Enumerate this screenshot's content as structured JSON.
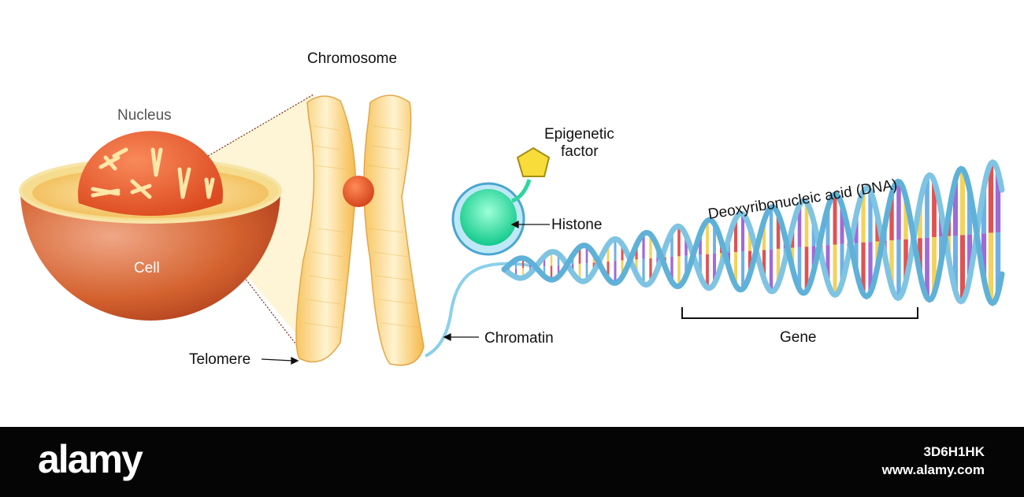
{
  "labels": {
    "chromosome": "Chromosome",
    "nucleus": "Nucleus",
    "cell": "Cell",
    "epigenetic_line1": "Epigenetic",
    "epigenetic_line2": "factor",
    "histone": "Histone",
    "dna": "Deoxyribonucleic acid (DNA)",
    "chromatin": "Chromatin",
    "telomere": "Telomere",
    "gene": "Gene"
  },
  "footer": {
    "logo": "alamy",
    "stock_id": "3D6H1HK",
    "url": "www.alamy.com"
  },
  "colors": {
    "cell_outer": "#c9542a",
    "cell_inner": "#f3c46a",
    "nucleus": "#e85a2c",
    "chromosome": "#f7c663",
    "centromere": "#e8521f",
    "histone": "#2fe0a8",
    "dna_backbone": "#7fc4e2",
    "base_red": "#e05252",
    "base_purple": "#a06ad6",
    "base_yellow": "#f2d35b",
    "base_blue": "#6fb0e6",
    "pentagon": "#f7dc3a"
  }
}
